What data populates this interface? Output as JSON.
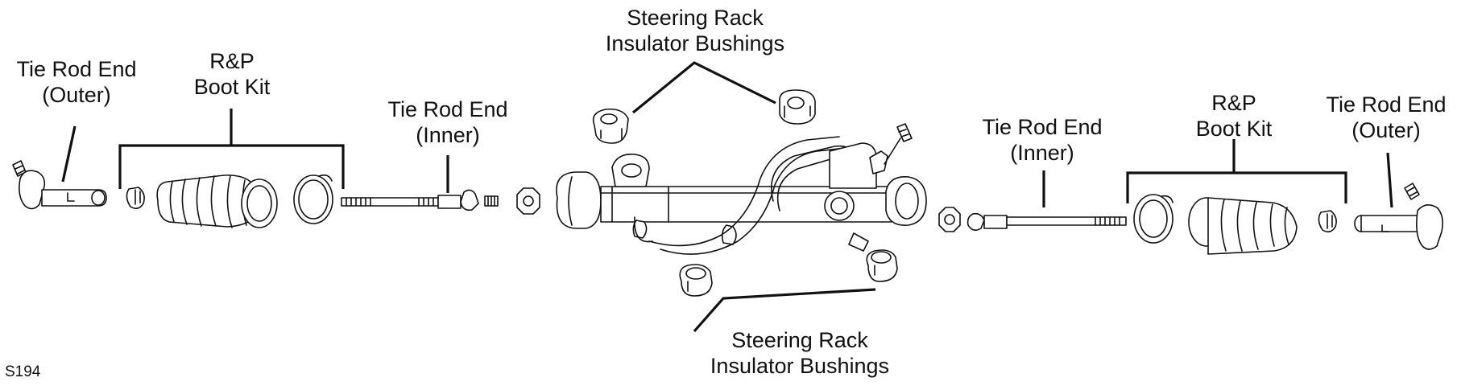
{
  "labels": {
    "tie_rod_end_outer_left": {
      "line1": "Tie Rod End",
      "line2": "(Outer)"
    },
    "boot_kit_left": {
      "line1": "R&P",
      "line2": "Boot Kit"
    },
    "tie_rod_end_inner_left": {
      "line1": "Tie Rod End",
      "line2": "(Inner)"
    },
    "insulator_bushings_top": {
      "line1": "Steering Rack",
      "line2": "Insulator Bushings"
    },
    "insulator_bushings_bottom": {
      "line1": "Steering Rack",
      "line2": "Insulator Bushings"
    },
    "tie_rod_end_inner_right": {
      "line1": "Tie Rod End",
      "line2": "(Inner)"
    },
    "boot_kit_right": {
      "line1": "R&P",
      "line2": "Boot Kit"
    },
    "tie_rod_end_outer_right": {
      "line1": "Tie Rod End",
      "line2": "(Outer)"
    }
  },
  "figure_code": "S194"
}
